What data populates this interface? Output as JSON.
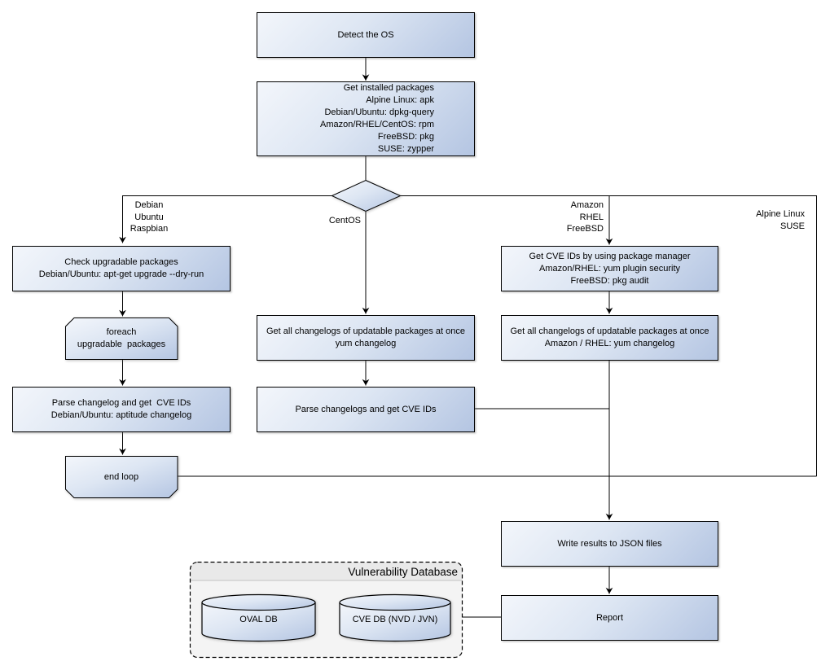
{
  "diagram": {
    "type": "flowchart",
    "background": "#ffffff",
    "colors": {
      "node_gradient_start": "#f3f6fb",
      "node_gradient_end": "#b4c5e2",
      "node_border": "#000000",
      "connector": "#000000",
      "group_fill": "#f4f4f4",
      "group_header_fill": "#e9e9e9"
    }
  },
  "nodes": {
    "detect_os": {
      "label": "Detect the OS"
    },
    "get_installed_packages": {
      "label": "Get installed packages\nAlpine Linux: apk\nDebian/Ubuntu: dpkg-query\nAmazon/RHEL/CentOS: rpm\nFreeBSD: pkg\nSUSE: zypper"
    },
    "os_decision": {
      "label": ""
    },
    "check_upgradable": {
      "label": "Check upgradable packages\nDebian/Ubuntu: apt-get upgrade --dry-run"
    },
    "foreach_loop": {
      "label": "foreach\nupgradable  packages"
    },
    "parse_changelog_left": {
      "label": "Parse changelog and get  CVE IDs\nDebian/Ubuntu: aptitude changelog"
    },
    "end_loop": {
      "label": "end loop"
    },
    "get_changelogs_centos": {
      "label": "Get all changelogs of updatable packages at once\nyum changelog"
    },
    "parse_changelogs_mid": {
      "label": "Parse changelogs and get CVE IDs"
    },
    "get_cve_ids_pkg_mgr": {
      "label": "Get CVE IDs by using package manager\nAmazon/RHEL: yum plugin security\nFreeBSD: pkg audit"
    },
    "get_changelogs_right": {
      "label": "Get all changelogs of updatable packages at once\nAmazon / RHEL: yum changelog"
    },
    "write_json": {
      "label": "Write results to JSON files"
    },
    "report": {
      "label": "Report"
    }
  },
  "branch_labels": {
    "debian_branch": "Debian\nUbuntu\nRaspbian",
    "centos_branch": "CentOS",
    "amazon_branch": "Amazon\nRHEL\nFreeBSD",
    "alpine_branch": "Alpine Linux\nSUSE"
  },
  "database_group": {
    "title": "Vulnerability Database",
    "cylinders": [
      {
        "label": "OVAL DB"
      },
      {
        "label": "CVE DB (NVD / JVN)"
      }
    ]
  },
  "edges": [
    {
      "from": "detect_os",
      "to": "get_installed_packages",
      "arrow": true
    },
    {
      "from": "get_installed_packages",
      "to": "os_decision",
      "arrow": false
    },
    {
      "from": "os_decision",
      "to": "check_upgradable",
      "label": "Debian Ubuntu Raspbian",
      "arrow": true
    },
    {
      "from": "os_decision",
      "to": "get_changelogs_centos",
      "label": "CentOS",
      "arrow": true
    },
    {
      "from": "os_decision",
      "to": "get_cve_ids_pkg_mgr",
      "label": "Amazon RHEL FreeBSD",
      "arrow": true
    },
    {
      "from": "os_decision",
      "to": "merge_line",
      "label": "Alpine Linux SUSE",
      "arrow": false
    },
    {
      "from": "check_upgradable",
      "to": "foreach_loop",
      "arrow": true
    },
    {
      "from": "foreach_loop",
      "to": "parse_changelog_left",
      "arrow": true
    },
    {
      "from": "parse_changelog_left",
      "to": "end_loop",
      "arrow": true
    },
    {
      "from": "end_loop",
      "to": "merge_line",
      "arrow": false
    },
    {
      "from": "get_changelogs_centos",
      "to": "parse_changelogs_mid",
      "arrow": true
    },
    {
      "from": "parse_changelogs_mid",
      "to": "merge_line",
      "arrow": false
    },
    {
      "from": "get_cve_ids_pkg_mgr",
      "to": "get_changelogs_right",
      "arrow": true
    },
    {
      "from": "get_changelogs_right",
      "to": "write_json",
      "arrow": true
    },
    {
      "from": "write_json",
      "to": "report",
      "arrow": true
    },
    {
      "from": "database_group",
      "to": "report",
      "arrow": false
    }
  ]
}
